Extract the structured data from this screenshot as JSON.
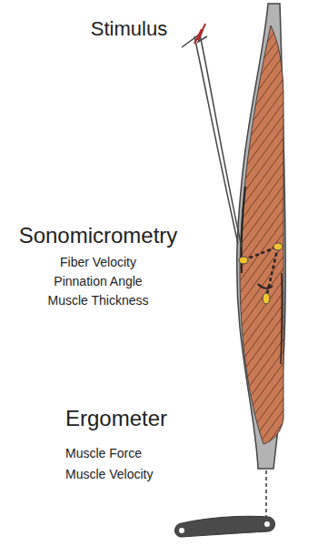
{
  "diagram": {
    "labels": [
      "Stimulus",
      "Sonomicrometry",
      "Fiber Velocity",
      "Pinnation Angle",
      "Muscle Thickness",
      "Ergometer",
      "Muscle Force",
      "Muscle Velocity"
    ]
  }
}
